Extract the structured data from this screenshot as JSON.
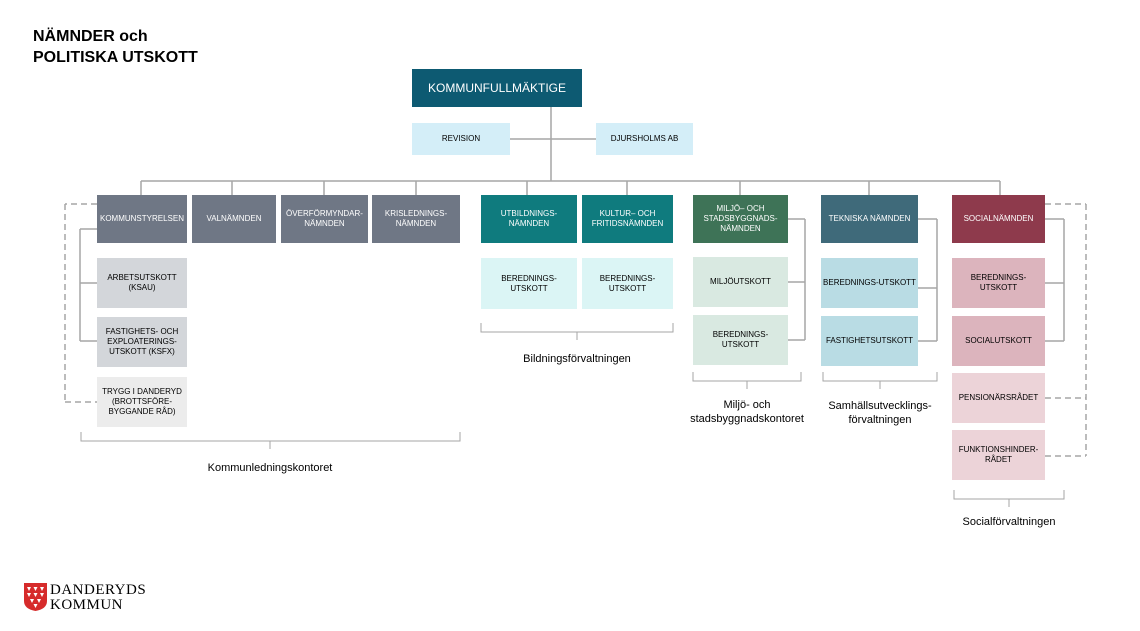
{
  "title": {
    "line1": "NÄMNDER och",
    "line2": "POLITISKA UTSKOTT"
  },
  "top": {
    "council": "KOMMUNFULLMÄKTIGE",
    "revision": "REVISION",
    "company": "DJURSHOLMS AB"
  },
  "boards": {
    "ks": "KOMMUNSTYRELSEN",
    "val": "VALNÄMNDEN",
    "over": "ÖVERFÖRMYNDAR-NÄMNDEN",
    "kris": "KRISLEDNINGS-NÄMNDEN",
    "utb": "UTBILDNINGS-NÄMNDEN",
    "kultur": "KULTUR– OCH FRITIDSNÄMNDEN",
    "miljo": "MILJÖ– OCH STADSBYGGNADS-NÄMNDEN",
    "tekn": "TEKNISKA NÄMNDEN",
    "social": "SOCIALNÄMNDEN"
  },
  "committees": {
    "ksau": "ARBETSUTSKOTT (KSAU)",
    "ksfx": "FASTIGHETS- OCH EXPLOATERINGS-UTSKOTT (KSFX)",
    "trygg": "TRYGG I DANDERYD (BROTTSFÖRE-BYGGANDE RÅD)",
    "utb_ber": "BEREDNINGS-UTSKOTT",
    "kultur_ber": "BEREDNINGS-UTSKOTT",
    "miljoutskott": "MILJÖUTSKOTT",
    "miljo_ber": "BEREDNINGS-UTSKOTT",
    "tekn_ber": "BEREDNINGS-UTSKOTT",
    "fastighet": "FASTIGHETSUTSKOTT",
    "soc_ber": "BEREDNINGS-UTSKOTT",
    "socialutskott": "SOCIALUTSKOTT",
    "pension": "PENSIONÄRSRÅDET",
    "funktion": "FUNKTIONSHINDER-RÅDET"
  },
  "offices": {
    "kommunledning": "Kommunledningskontoret",
    "bildning": "Bildningsförvaltningen",
    "miljo_line1": "Miljö- och",
    "miljo_line2": "stadsbyggnadskontoret",
    "samhall_line1": "Samhällsutvecklings-",
    "samhall_line2": "förvaltningen",
    "social": "Socialförvaltningen"
  },
  "logo": {
    "line1": "DANDERYDS",
    "line2": "KOMMUN"
  },
  "colors": {
    "council": "#0d5a72",
    "aux": "#d4eef8",
    "ks_group": "#6f7785",
    "ks_sub": "#d3d6da",
    "ks_trygg": "#ececec",
    "teal": "#0f7b7e",
    "teal_sub": "#dbf5f5",
    "green": "#3e7357",
    "green_sub": "#d9e9e1",
    "tekn": "#3f6a7a",
    "tekn_sub": "#b9dce4",
    "social": "#8e3a4c",
    "social_sub": "#dcb4bd",
    "social_light": "#ecd3d8",
    "line": "#a6a6a6",
    "logo_red": "#d62b2b"
  }
}
